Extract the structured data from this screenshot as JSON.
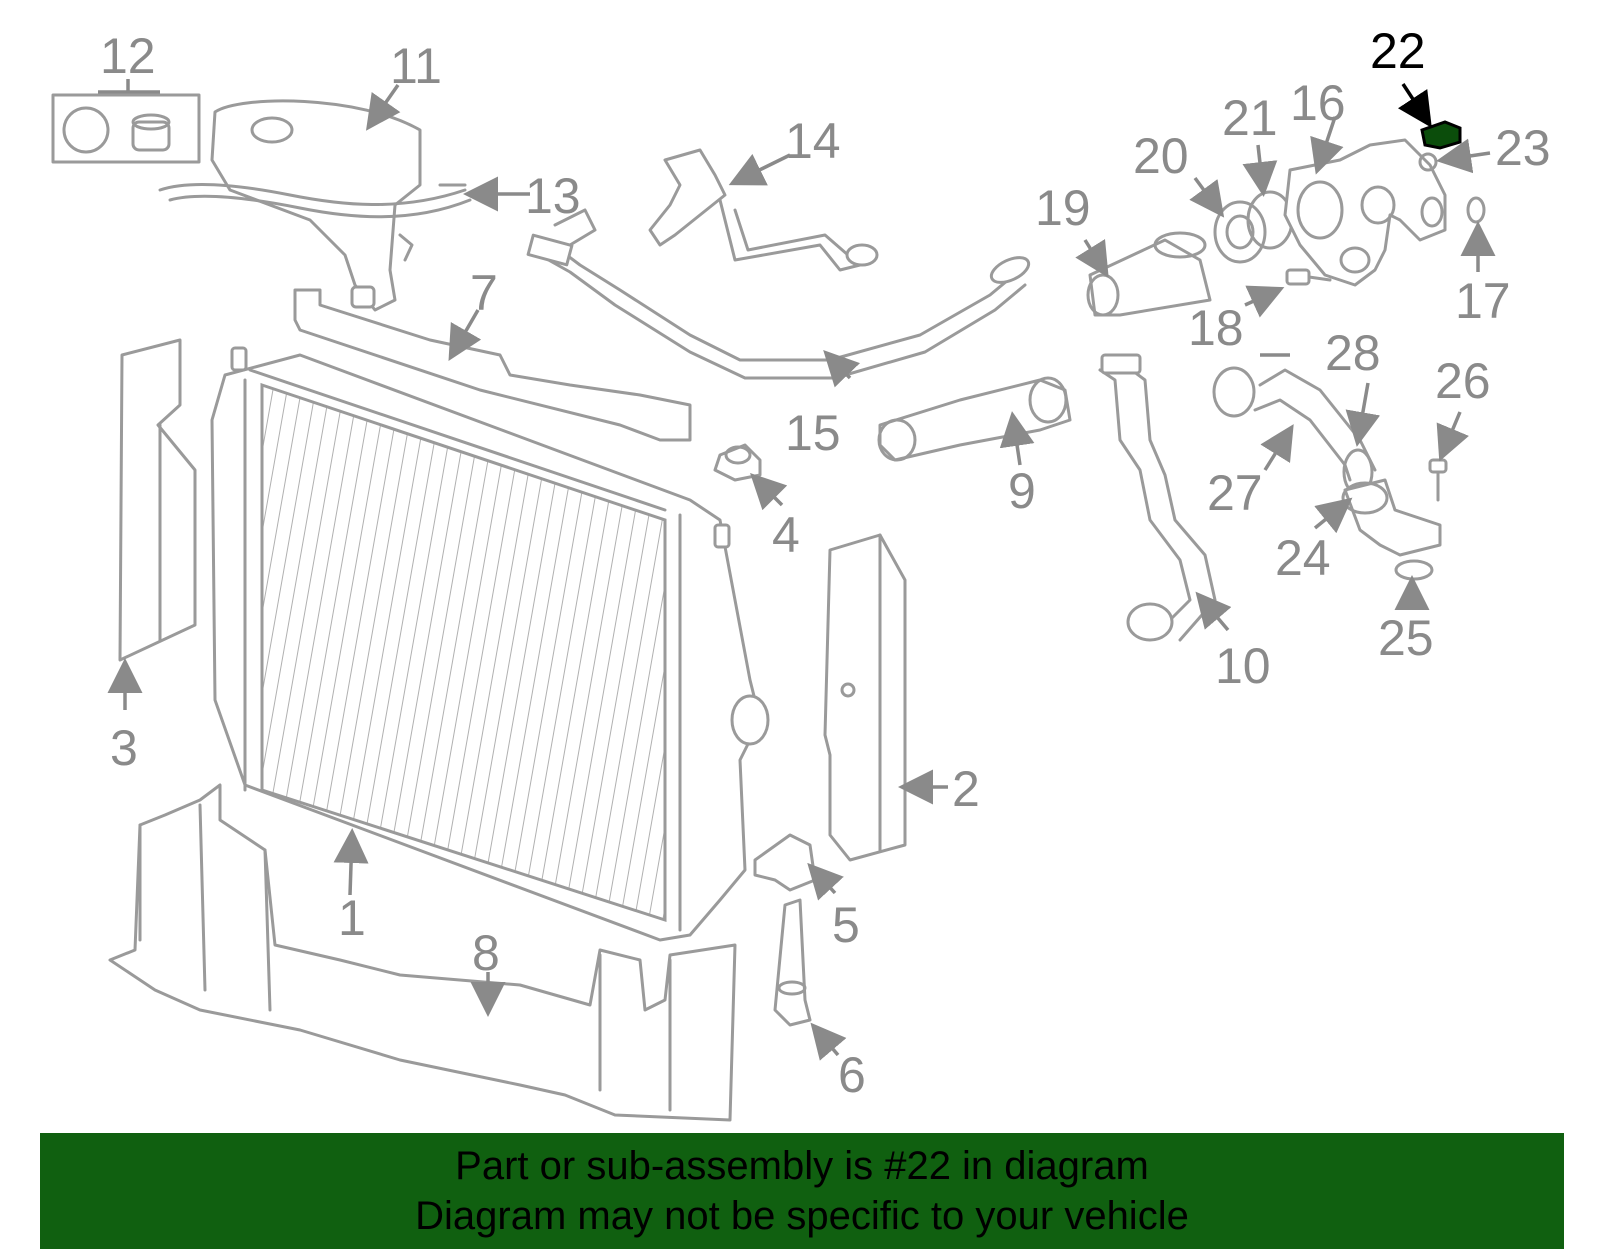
{
  "diagram": {
    "highlight_label": "22",
    "callouts": [
      "1",
      "2",
      "3",
      "4",
      "5",
      "6",
      "7",
      "8",
      "9",
      "10",
      "11",
      "12",
      "13",
      "14",
      "15",
      "16",
      "17",
      "18",
      "19",
      "20",
      "21",
      "22",
      "23",
      "24",
      "25",
      "26",
      "27",
      "28"
    ],
    "highlight_color": "#000000",
    "part_color": "#9a9a9a"
  },
  "banner": {
    "line1": "Part or sub-assembly is #22 in diagram",
    "line2": "Diagram may not be specific to your vehicle",
    "background": "#106010"
  }
}
